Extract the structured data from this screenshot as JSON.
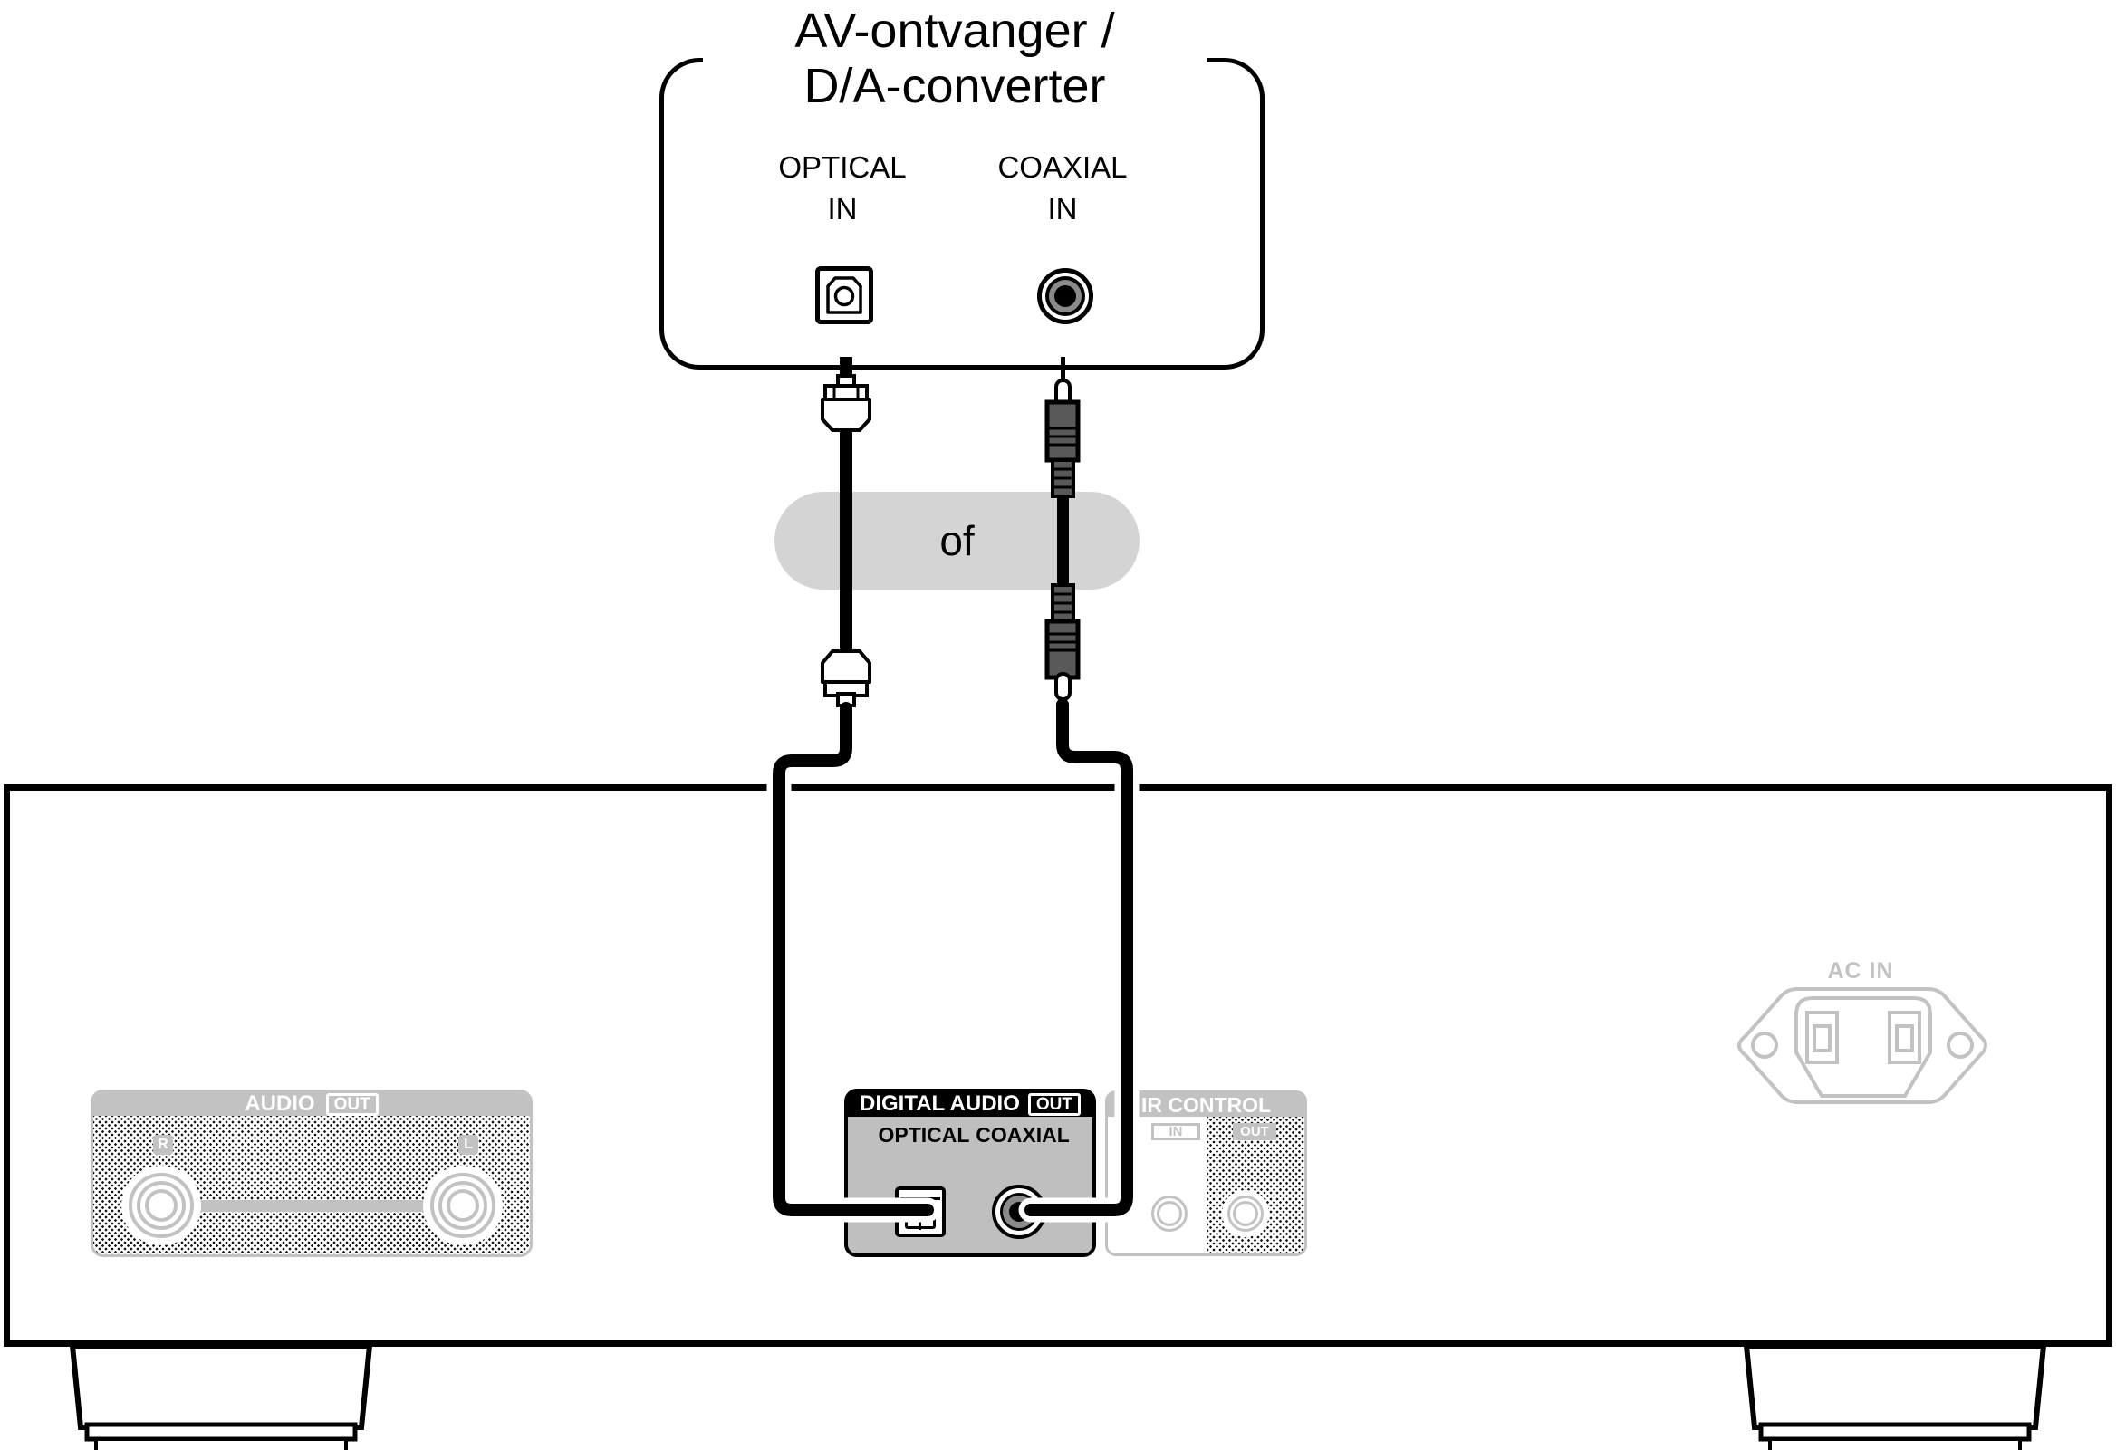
{
  "device_box": {
    "title_line1": "AV-ontvanger /",
    "title_line2": "D/A-converter",
    "optical": {
      "label": "OPTICAL",
      "direction": "IN"
    },
    "coaxial": {
      "label": "COAXIAL",
      "direction": "IN"
    }
  },
  "or_label": "of",
  "rear_panel": {
    "audio_out": {
      "title": "AUDIO",
      "badge": "OUT",
      "jack_right": "R",
      "jack_left": "L"
    },
    "digital_audio": {
      "title": "DIGITAL AUDIO",
      "badge": "OUT",
      "optical": "OPTICAL",
      "coaxial": "COAXIAL"
    },
    "ir_control": {
      "title": "IR CONTROL",
      "in": "IN",
      "out": "OUT"
    },
    "ac_in": {
      "label": "AC IN"
    }
  },
  "colors": {
    "outline_black": "#000000",
    "disabled_gray": "#c2c2c2",
    "digital_block_gray": "#bfbfbf",
    "pill_gray": "#d4d4d4",
    "rca_plug_gray": "#595959",
    "coax_ring_gray": "#8a8a8a"
  }
}
